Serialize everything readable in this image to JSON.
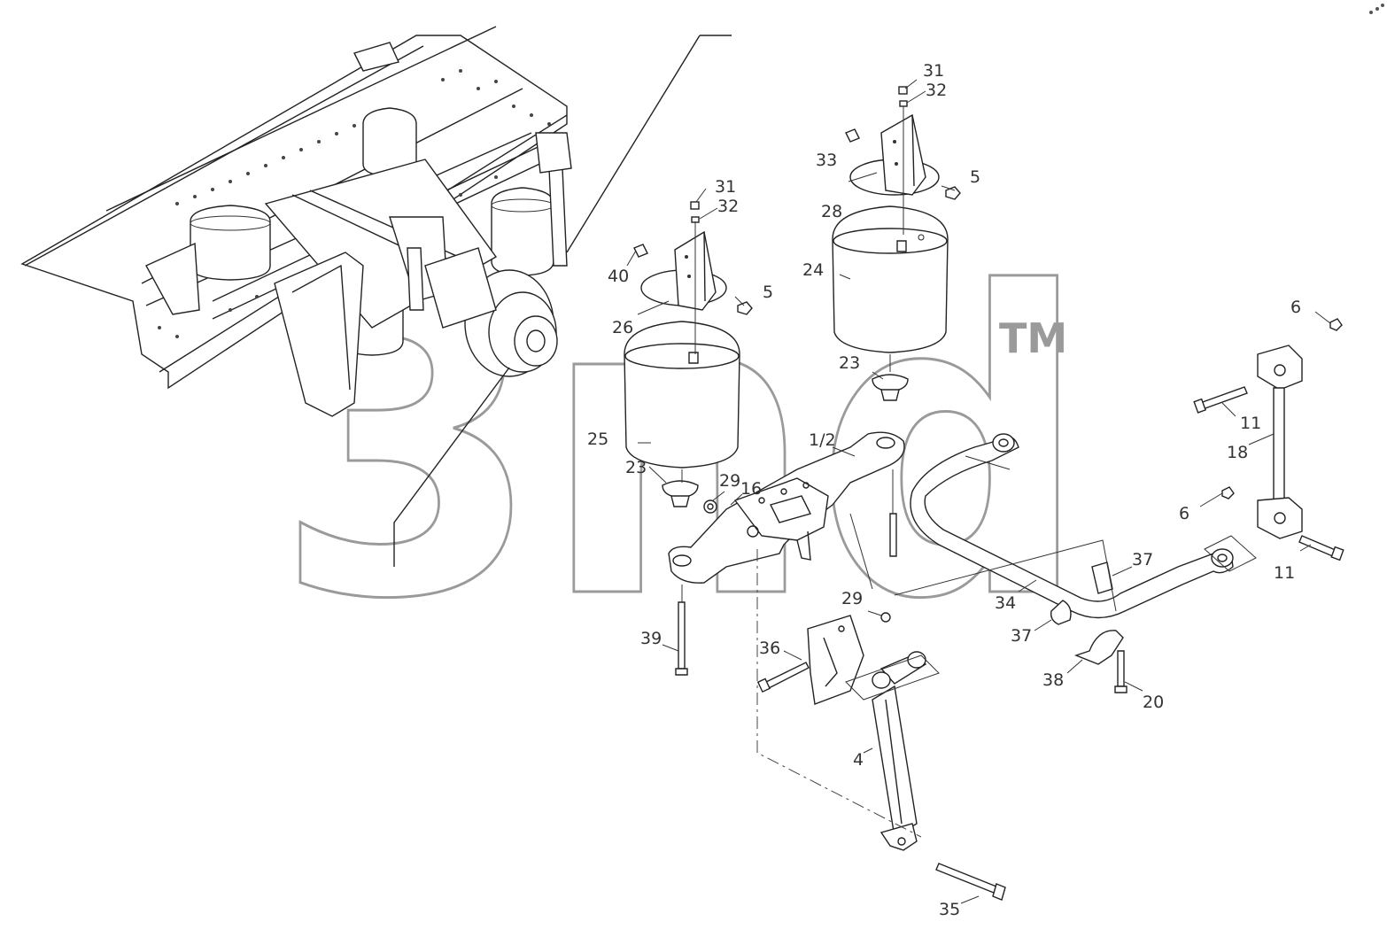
{
  "watermark": {
    "text": "3nd",
    "mark": "TM"
  },
  "callouts": [
    {
      "id": "c31a",
      "text": "31"
    },
    {
      "id": "c32a",
      "text": "32"
    },
    {
      "id": "c33",
      "text": "33"
    },
    {
      "id": "c5a",
      "text": "5"
    },
    {
      "id": "c28",
      "text": "28"
    },
    {
      "id": "c24",
      "text": "24"
    },
    {
      "id": "c31b",
      "text": "31"
    },
    {
      "id": "c32b",
      "text": "32"
    },
    {
      "id": "c40",
      "text": "40"
    },
    {
      "id": "c5b",
      "text": "5"
    },
    {
      "id": "c26",
      "text": "26"
    },
    {
      "id": "c23a",
      "text": "23"
    },
    {
      "id": "c25",
      "text": "25"
    },
    {
      "id": "c12",
      "text": "1/2"
    },
    {
      "id": "c23b",
      "text": "23"
    },
    {
      "id": "c29a",
      "text": "29"
    },
    {
      "id": "c16",
      "text": "16"
    },
    {
      "id": "c6a",
      "text": "6"
    },
    {
      "id": "c11a",
      "text": "11"
    },
    {
      "id": "c18",
      "text": "18"
    },
    {
      "id": "c6b",
      "text": "6"
    },
    {
      "id": "c11b",
      "text": "11"
    },
    {
      "id": "c37a",
      "text": "37"
    },
    {
      "id": "c34",
      "text": "34"
    },
    {
      "id": "c29b",
      "text": "29"
    },
    {
      "id": "c37b",
      "text": "37"
    },
    {
      "id": "c39",
      "text": "39"
    },
    {
      "id": "c36",
      "text": "36"
    },
    {
      "id": "c38",
      "text": "38"
    },
    {
      "id": "c20",
      "text": "20"
    },
    {
      "id": "c4",
      "text": "4"
    },
    {
      "id": "c35",
      "text": "35"
    }
  ]
}
